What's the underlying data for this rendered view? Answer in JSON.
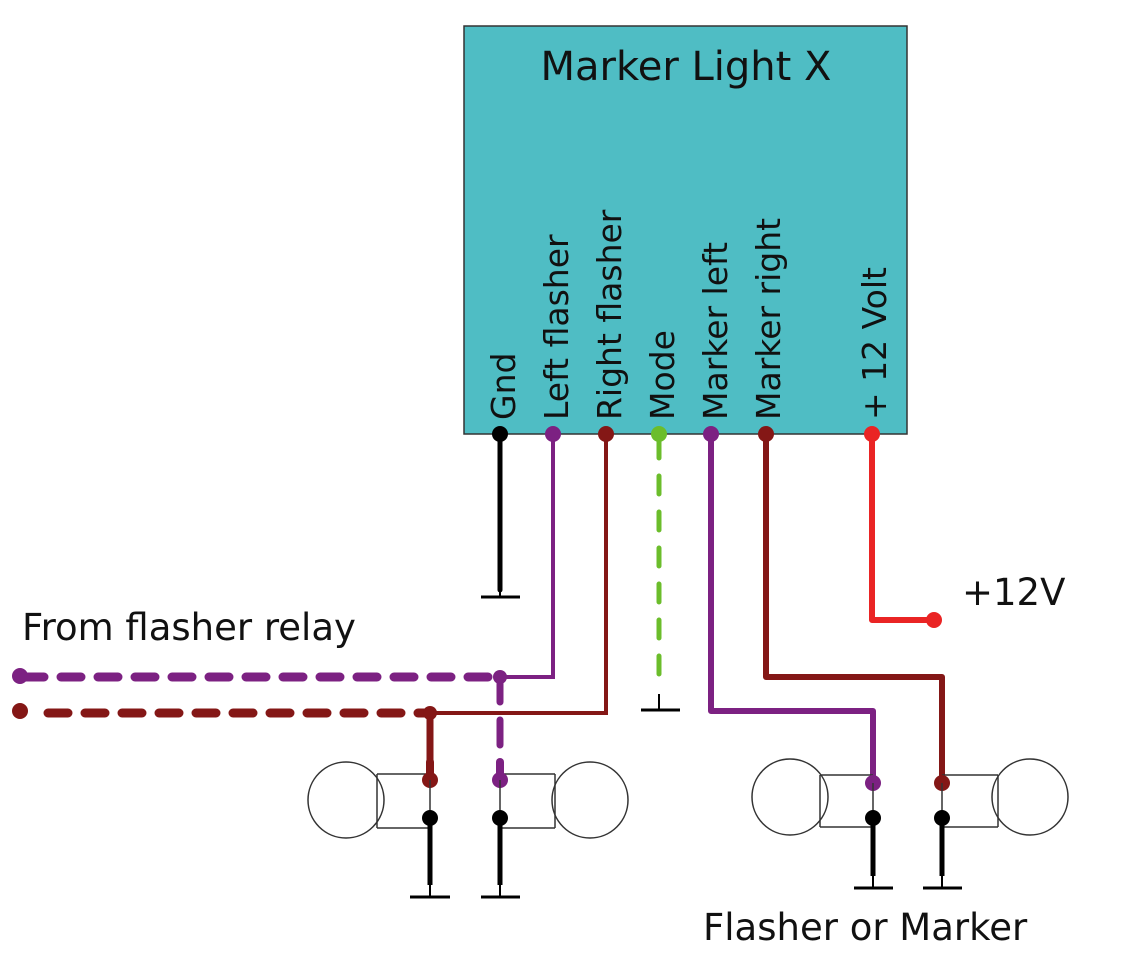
{
  "module": {
    "title": "Marker Light X",
    "fill_color": "#4fbdc4",
    "pins": [
      {
        "id": "gnd",
        "label": "Gnd",
        "color": "#000000"
      },
      {
        "id": "left-flasher",
        "label": "Left flasher",
        "color": "#7c2182"
      },
      {
        "id": "right-flasher",
        "label": "Right flasher",
        "color": "#841716"
      },
      {
        "id": "mode",
        "label": "Mode",
        "color": "#6bbd2b"
      },
      {
        "id": "marker-left",
        "label": "Marker left",
        "color": "#7c2182"
      },
      {
        "id": "marker-right",
        "label": "Marker right",
        "color": "#841716"
      },
      {
        "id": "plus-12-volt",
        "label": "+ 12 Volt",
        "color": "#ea2424"
      }
    ]
  },
  "labels": {
    "from_flasher_relay": "From flasher relay",
    "plus_12v": "+12V",
    "flasher_or_marker": "Flasher or Marker"
  },
  "colors": {
    "purple_wire": "#7c2182",
    "maroon_wire": "#841716",
    "green_wire": "#6bbd2b",
    "red_wire": "#ea2424",
    "ground": "#000000"
  }
}
